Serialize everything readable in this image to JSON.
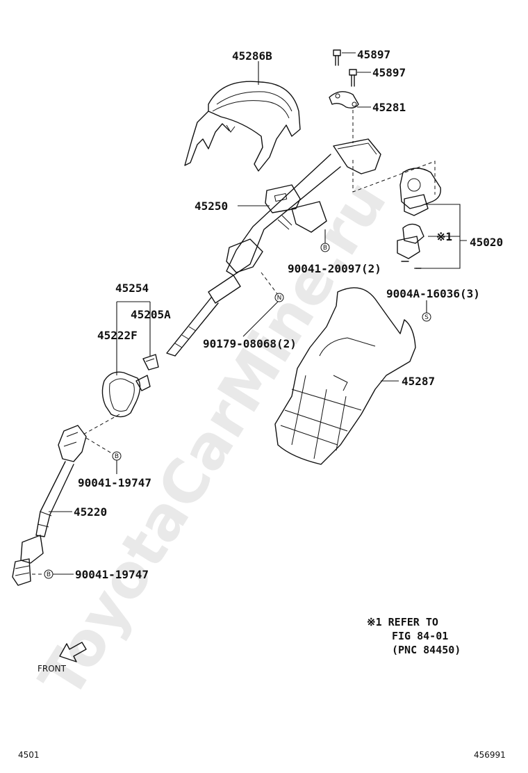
{
  "watermark": "ToyotaCarMine.ru",
  "labels": {
    "p45286B": "45286B",
    "p45897a": "45897",
    "p45897b": "45897",
    "p45281": "45281",
    "p45250": "45250",
    "p45020": "45020",
    "ref1": "※1",
    "p90041_20097": "90041-20097(2)",
    "p9004A_16036": "9004A-16036(3)",
    "p45254": "45254",
    "p45205A": "45205A",
    "p45222F": "45222F",
    "p90179_08068": "90179-08068(2)",
    "p45287": "45287",
    "p90041_19747a": "90041-19747",
    "p45220": "45220",
    "p90041_19747b": "90041-19747"
  },
  "badges": {
    "b1": "B",
    "n1": "N",
    "s1": "S",
    "b2": "B",
    "b3": "B"
  },
  "note": {
    "line1": "※1 REFER TO",
    "line2": "FIG 84-01",
    "line3": "(PNC 84450)"
  },
  "front_label": "FRONT",
  "footer": {
    "left": "4501",
    "right": "456991"
  }
}
